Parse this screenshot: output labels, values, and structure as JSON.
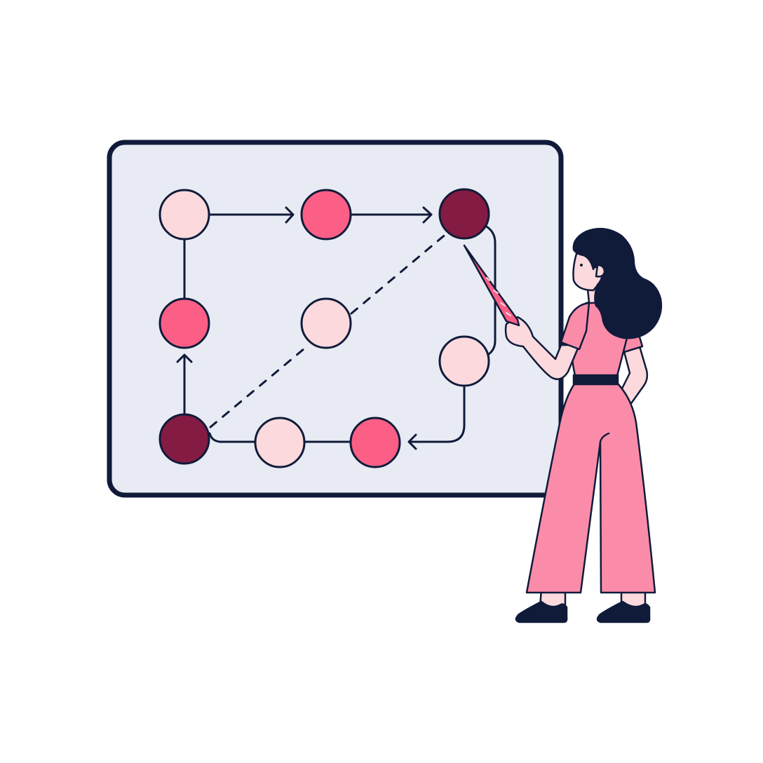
{
  "colors": {
    "outline": "#101b3a",
    "board_fill": "#e8ebf3",
    "background": "#ffffff",
    "node_light": "#fbd9dc",
    "node_medium": "#fb5f86",
    "node_dark": "#841b42",
    "dress": "#fb8ca9",
    "skin": "#fbd9dc",
    "hair": "#101b3a"
  },
  "diagram": {
    "nodes": [
      {
        "id": "n1",
        "shade": "light"
      },
      {
        "id": "n2",
        "shade": "medium"
      },
      {
        "id": "n3",
        "shade": "dark"
      },
      {
        "id": "n4",
        "shade": "medium"
      },
      {
        "id": "n5",
        "shade": "light"
      },
      {
        "id": "n6",
        "shade": "light"
      },
      {
        "id": "n7",
        "shade": "dark"
      },
      {
        "id": "n8",
        "shade": "light"
      },
      {
        "id": "n9",
        "shade": "medium"
      }
    ],
    "edges": [
      {
        "from": "n1",
        "to": "n2",
        "style": "solid",
        "arrow": true
      },
      {
        "from": "n2",
        "to": "n3",
        "style": "solid",
        "arrow": true
      },
      {
        "from": "n3",
        "to": "n6",
        "style": "solid",
        "arrow": false
      },
      {
        "from": "n6",
        "to": "n9",
        "style": "solid",
        "arrow": true
      },
      {
        "from": "n9",
        "to": "n8",
        "style": "solid",
        "arrow": false
      },
      {
        "from": "n8",
        "to": "n7",
        "style": "solid",
        "arrow": false
      },
      {
        "from": "n7",
        "to": "n4",
        "style": "solid",
        "arrow": true
      },
      {
        "from": "n4",
        "to": "n1",
        "style": "solid",
        "arrow": false
      },
      {
        "from": "n7",
        "to": "n5",
        "style": "dashed",
        "arrow": false
      },
      {
        "from": "n5",
        "to": "n3",
        "style": "dashed",
        "arrow": false
      }
    ]
  },
  "figure": {
    "description_icon": "presenter-with-pointer-icon"
  }
}
